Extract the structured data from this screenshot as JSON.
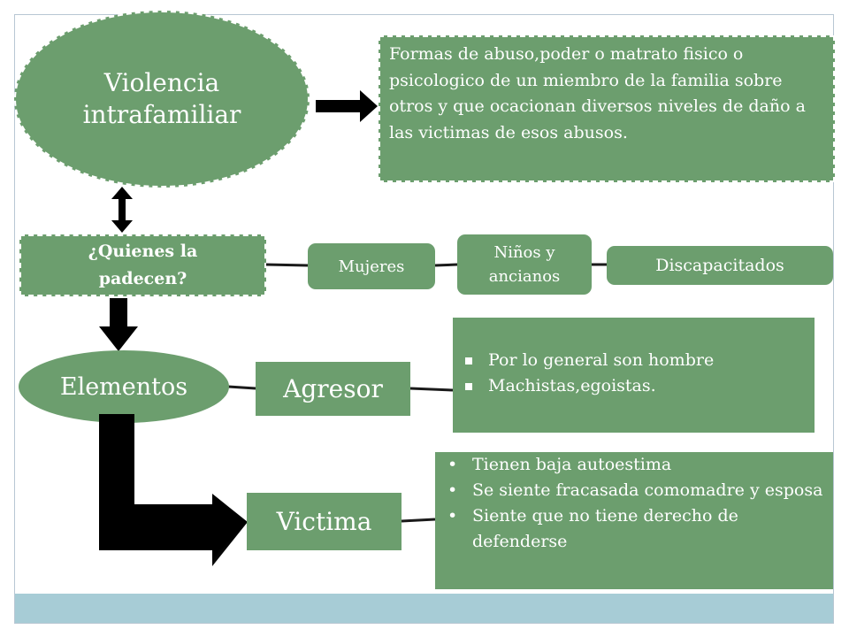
{
  "violencia": {
    "line1": "Violencia",
    "line2": "intrafamiliar"
  },
  "definicion": "Formas de abuso,poder o matrato fisico o psicologico de un miembro de la familia sobre otros y que ocacionan diversos niveles de daño a las victimas de esos abusos.",
  "quienes": {
    "line1": "¿Quienes la",
    "line2": "padecen?"
  },
  "grupos": {
    "mujeres": "Mujeres",
    "ninos_line1": "Niños y",
    "ninos_line2": "ancianos",
    "discapacitados": "Discapacitados"
  },
  "elementos": "Elementos",
  "agresor": {
    "label": "Agresor",
    "bullets": [
      "Por lo general son hombre",
      "Machistas,egoistas."
    ]
  },
  "victima": {
    "label": "Victima",
    "bullets": [
      "Tienen baja autoestima",
      "Se siente fracasada comomadre y esposa",
      "Siente que no tiene derecho de defenderse"
    ]
  },
  "colors": {
    "box_fill": "#6c9e6e",
    "footer_band": "#a7ccd6",
    "arrow": "#000000",
    "connector": "#1a1a1a"
  }
}
